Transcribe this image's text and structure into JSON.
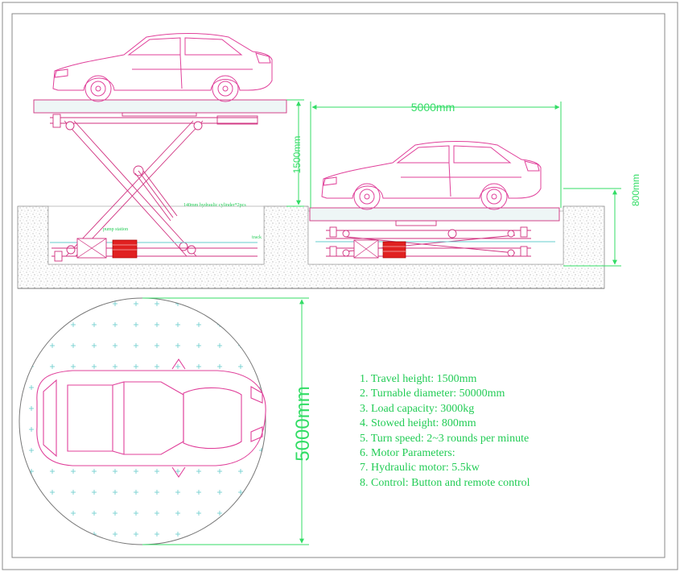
{
  "dimensions": {
    "platform_length": "5000mm",
    "travel_height": "1500mm",
    "stowed_height": "800mm",
    "turntable_diameter": "5000mm"
  },
  "labels": {
    "cylinder": "140mm hydraulic cylinder*2pcs",
    "pump": "pump station",
    "rail": "track"
  },
  "specs": [
    "1. Travel height: 1500mm",
    "2. Turnable diameter: 50000mm",
    "3. Load capacity: 3000kg",
    "4. Stowed height: 800mm",
    "5. Turn speed: 2~3 rounds per minute",
    "6. Motor Parameters:",
    "7. Hydraulic motor: 5.5kw",
    "8. Control: Button and remote control"
  ],
  "colors": {
    "car": "#e0409a",
    "structure": "#d0307f",
    "dimension": "#33dd66",
    "pump": "#e02020",
    "hatch": "#c8c8c8",
    "turntable_marks": "#66cccc"
  }
}
